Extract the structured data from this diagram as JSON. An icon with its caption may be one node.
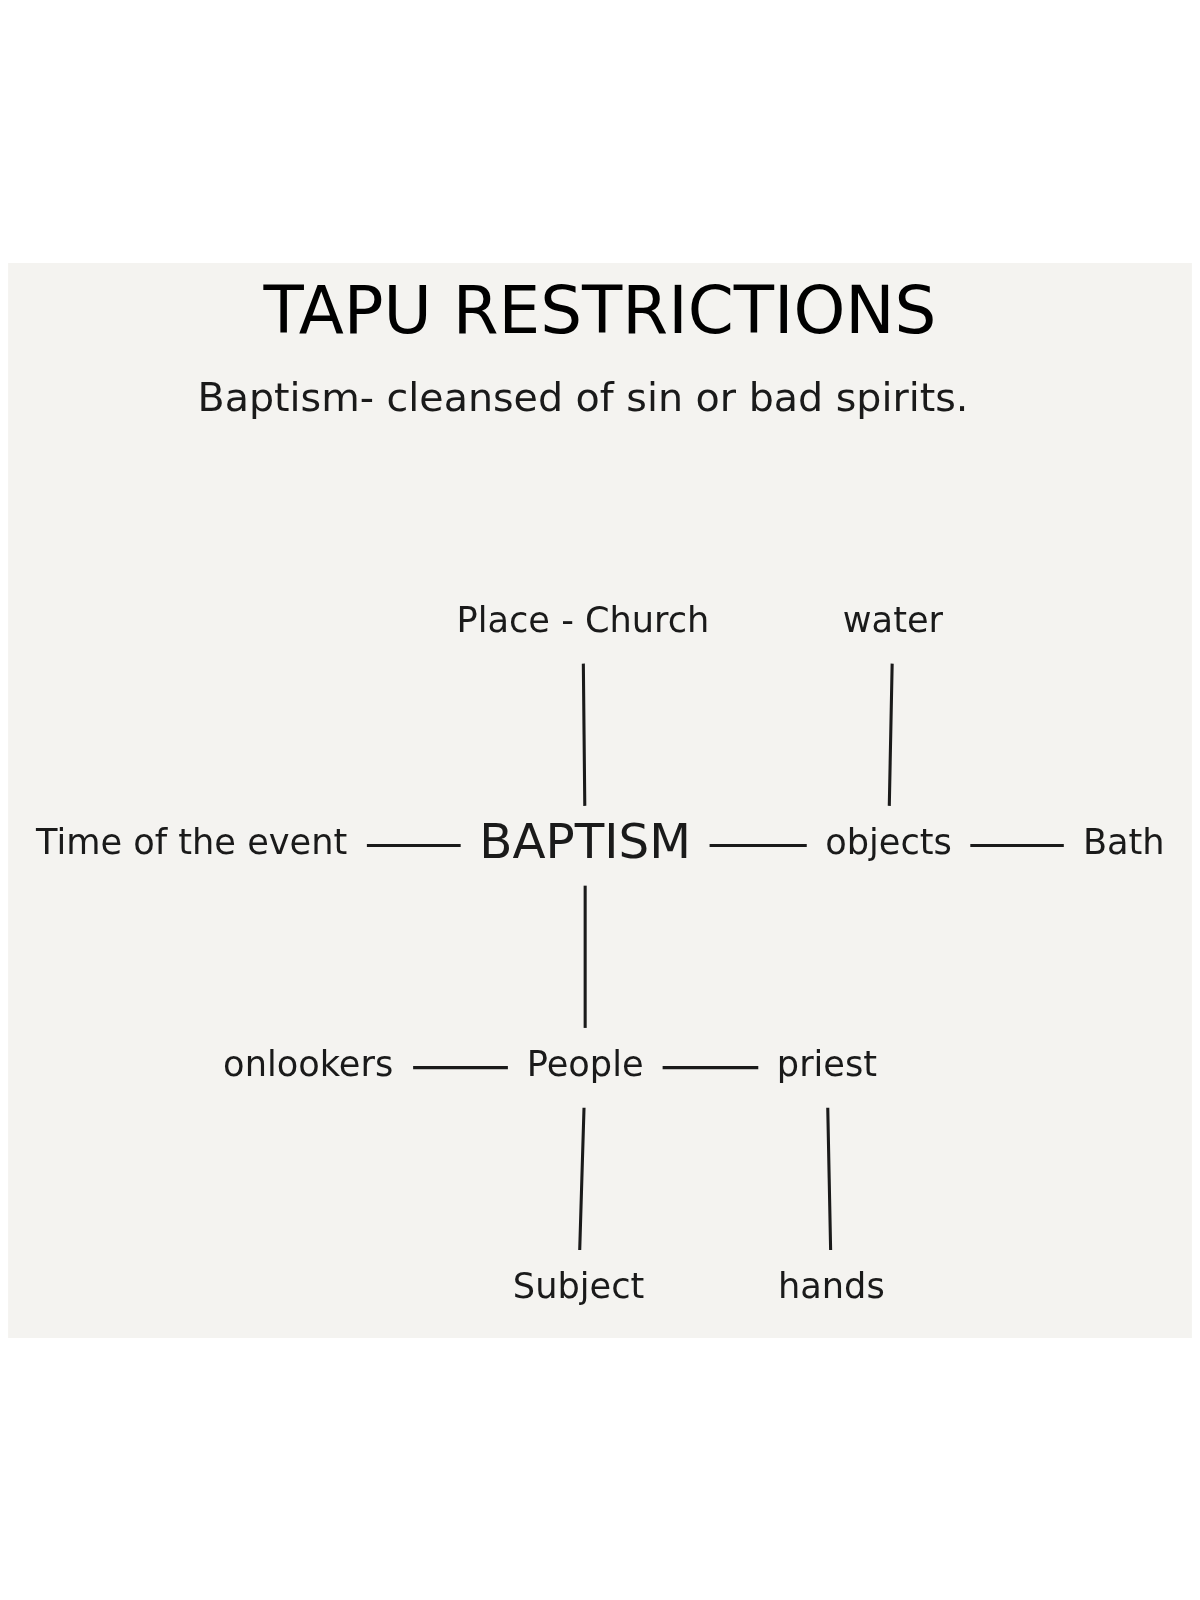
{
  "diagram": {
    "title": "TAPU RESTRICTIONS",
    "nodes": [
      {
        "text": [
          "Place - Church"
        ]
      },
      {
        "text": [
          "water"
        ]
      },
      {
        "text": [
          "Time of the event"
        ]
      },
      {
        "text": [
          "BAPTISM"
        ]
      },
      {
        "text": [
          "objects"
        ]
      },
      {
        "text": [
          "Bath"
        ]
      },
      {
        "text": [
          "onlookers"
        ]
      },
      {
        "text": [
          "People"
        ]
      },
      {
        "text": [
          "priest"
        ]
      },
      {
        "text": [
          "hands"
        ]
      },
      {
        "text": [
          "Subject"
        ]
      }
    ],
    "edges": [
      {
        "from": 3,
        "to": 0,
        "arrow": "none"
      },
      {
        "from": 2,
        "to": 3,
        "arrow": "none"
      },
      {
        "from": 3,
        "to": 4,
        "arrow": "none"
      },
      {
        "from": 4,
        "to": 1,
        "arrow": "none"
      },
      {
        "from": 4,
        "to": 5,
        "arrow": "none"
      },
      {
        "from": 3,
        "to": 7,
        "arrow": "none"
      },
      {
        "from": 6,
        "to": 7,
        "arrow": "none"
      },
      {
        "from": 7,
        "to": 8,
        "arrow": "none"
      },
      {
        "from": 8,
        "to": 9,
        "arrow": "none"
      },
      {
        "from": 7,
        "to": 10,
        "arrow": "none"
      }
    ],
    "labels": [
      "Baptism- cleansed of sin or bad spirits."
    ]
  }
}
